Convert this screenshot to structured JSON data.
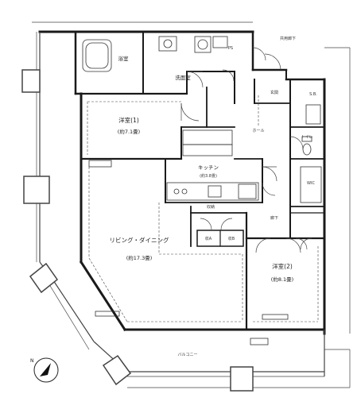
{
  "labels": {
    "bath": "浴室",
    "washroom": "洗面室",
    "bed1": "洋室(1)",
    "bed1_size": "(約7.1畳)",
    "kitchen": "キッチン",
    "kitchen_size": "(約3.8畳)",
    "ld": "リビング・ダイニング",
    "ld_size": "(約17.3畳)",
    "bed2": "洋室(2)",
    "bed2_size": "(約8.1畳)",
    "entrance": "玄関",
    "hall": "ホール",
    "toilet": "トイレ",
    "corridor": "廊下",
    "storage": "収納",
    "storage_a": "収A",
    "storage_b": "収B",
    "balcony": "バルコニー",
    "common_corridor": "共用廊下",
    "pipe_space": "PS",
    "wic": "WIC",
    "shoes": "S.B."
  },
  "colors": {
    "wall": "#1a1a1a",
    "thin": "#444444",
    "paper": "#ffffff"
  },
  "icons": [
    "north-arrow-icon"
  ]
}
